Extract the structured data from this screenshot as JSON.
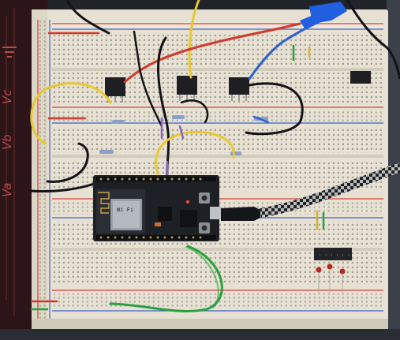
{
  "mat_labels": [
    "Vc",
    "Vb",
    "Va"
  ],
  "module_label": "Wi Fi",
  "colors": {
    "background": "#1a1d22",
    "mat": "#2a1416",
    "breadboard": "#e8e3d6",
    "rail_red": "#d8403a",
    "rail_blue": "#3a62c8",
    "board": "#1d2024",
    "chip": "#25272b",
    "wire_yellow": "#e8c830",
    "wire_black": "#15161a",
    "wire_red": "#d03a2c",
    "wire_blue": "#2a60d0",
    "wire_green": "#2aa040",
    "tape_blue": "#1f5fe0"
  },
  "icons": [
    "wifi-icon",
    "led-icon"
  ]
}
